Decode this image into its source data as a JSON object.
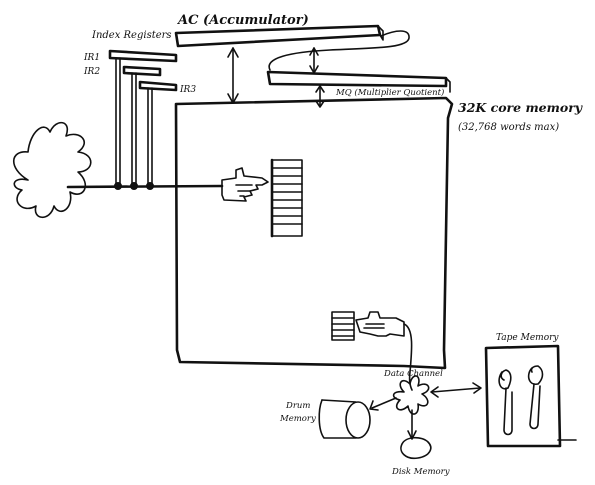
{
  "labels": {
    "index_registers": "Index Registers",
    "ir1": "IR1",
    "ir2": "IR2",
    "ir3": "IR3",
    "accumulator": "AC (Accumulator)",
    "mq": "MQ (Multiplier Quotient)",
    "core_memory_title": "32K core memory",
    "core_memory_note": "(32,768 words max)",
    "tape_memory": "Tape Memory",
    "data_channel": "Data Channel",
    "drum_memory_line1": "Drum",
    "drum_memory_line2": "Memory",
    "disk_memory": "Disk Memory"
  }
}
